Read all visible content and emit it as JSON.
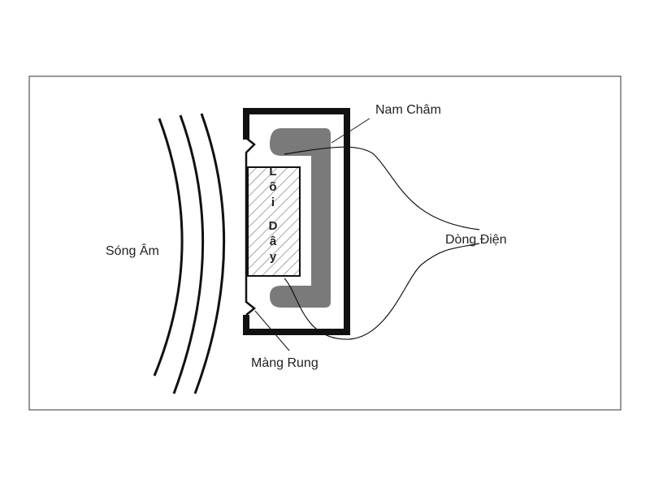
{
  "labels": {
    "magnet": "Nam Châm",
    "current": "Dòng Điện",
    "sound_wave": "Sóng Âm",
    "diaphragm": "Màng Rung"
  },
  "coil": {
    "lines": [
      "Lõi",
      "Dây"
    ]
  },
  "colors": {
    "frame": "#111111",
    "magnet": "#7a7a7a",
    "hatch": "#777777",
    "background": "#ffffff",
    "border": "#333333"
  }
}
